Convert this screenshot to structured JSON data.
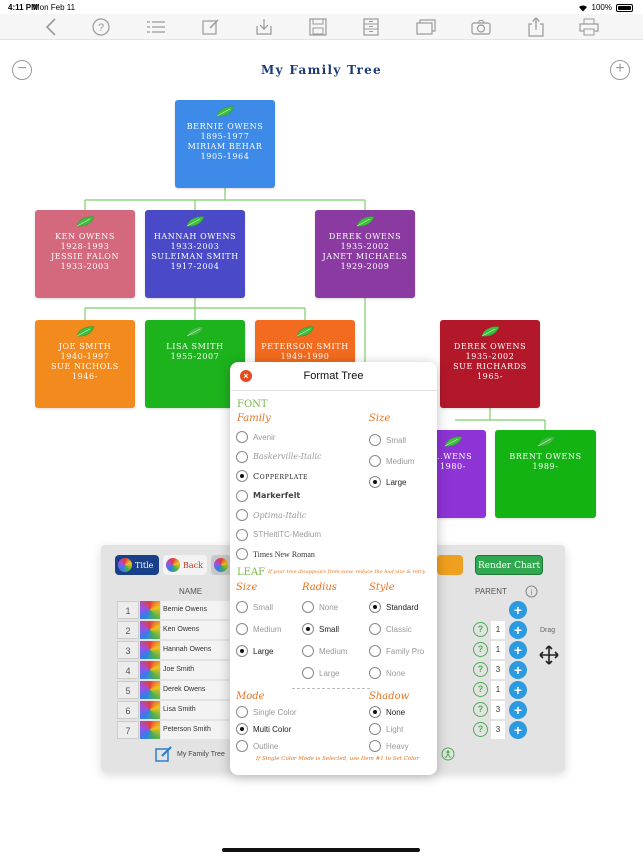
{
  "status": {
    "time": "4:11 PM",
    "date": "Mon Feb 11",
    "battery": "100%"
  },
  "toolbar_icons": [
    "back-icon",
    "help-icon",
    "list-icon",
    "edit-icon",
    "download-icon",
    "save-icon",
    "filing-cabinet-icon",
    "windows-icon",
    "camera-icon",
    "share-icon",
    "print-icon"
  ],
  "zoom": {
    "out": "−",
    "in": "+"
  },
  "chart_title": "My Family Tree",
  "nodes": [
    {
      "id": "n1",
      "lines": [
        "Bernie Owens",
        "1895-1977",
        "Miriam Behar",
        "1905-1964"
      ],
      "color": "#3d8ae8"
    },
    {
      "id": "n2",
      "lines": [
        "Ken Owens",
        "1928-1993",
        "Jessie Falon",
        "1933-2003"
      ],
      "color": "#d4687d"
    },
    {
      "id": "n3",
      "lines": [
        "Hannah Owens",
        "1933-2003",
        "Suleiman Smith",
        "1917-2004"
      ],
      "color": "#4a4ac9"
    },
    {
      "id": "n4",
      "lines": [
        "Derek Owens",
        "1935-2002",
        "Janet Michaels",
        "1929-2009"
      ],
      "color": "#8a3aa1"
    },
    {
      "id": "n5",
      "lines": [
        "Joe Smith",
        "1940-1997",
        "Sue Nichols",
        "1946-"
      ],
      "color": "#f28a1e"
    },
    {
      "id": "n6",
      "lines": [
        "Lisa Smith",
        "1955-2007"
      ],
      "color": "#1db31d"
    },
    {
      "id": "n7",
      "lines": [
        "Peterson Smith",
        "1949-1990"
      ],
      "color": "#f26b1e"
    },
    {
      "id": "n8",
      "lines": [
        "Derek Owens",
        "1935-2002",
        "Sue Richards",
        "1965-"
      ],
      "color": "#b3172a"
    },
    {
      "id": "n9",
      "lines": [
        "...wens",
        "1980-"
      ],
      "color": "#8e34d6"
    },
    {
      "id": "n10",
      "lines": [
        "Brent Owens",
        "1989-"
      ],
      "color": "#14b314"
    }
  ],
  "panel": {
    "tabs": [
      {
        "label": "Title",
        "color": "#1a3f8a",
        "text_color": "#ffffff"
      },
      {
        "label": "Back",
        "color": "#f3f3f3",
        "text_color": "#c0392b"
      },
      {
        "label": "",
        "color": "#c8c8c8",
        "text_color": "#333333"
      }
    ],
    "render_label": "Render Chart",
    "col_name": "NAME",
    "col_parent": "PARENT",
    "info_icon": "i",
    "drag_label": "Drag",
    "rows": [
      {
        "num": "1",
        "name": "Bernie Owens",
        "parent": ""
      },
      {
        "num": "2",
        "name": "Ken Owens",
        "parent": "1"
      },
      {
        "num": "3",
        "name": "Hannah Owens",
        "parent": "1"
      },
      {
        "num": "4",
        "name": "Joe Smith",
        "parent": "3"
      },
      {
        "num": "5",
        "name": "Derek Owens",
        "parent": "1"
      },
      {
        "num": "6",
        "name": "Lisa Smith",
        "parent": "3"
      },
      {
        "num": "7",
        "name": "Peterson Smith",
        "parent": "3"
      }
    ],
    "row7_middle_value": "3",
    "row3_middle_value": "3",
    "file_name": "My Family Tree",
    "q_symbol": "?",
    "plus_symbol": "+"
  },
  "dialog": {
    "title": "Format Tree",
    "close_symbol": "×",
    "font_header": "FONT",
    "family_header": "Family",
    "size_header": "Size",
    "families": [
      {
        "label": "Avenir",
        "selected": false
      },
      {
        "label": "Baskerville-Italic",
        "selected": false
      },
      {
        "label": "Copperplate",
        "selected": true
      },
      {
        "label": "Markerfelt",
        "selected": false
      },
      {
        "label": "Optima-Italic",
        "selected": false
      },
      {
        "label": "STHeitiTC-Medium",
        "selected": false
      },
      {
        "label": "Times New Roman",
        "selected": false
      }
    ],
    "font_sizes": [
      {
        "label": "Small",
        "selected": false
      },
      {
        "label": "Medium",
        "selected": false
      },
      {
        "label": "Large",
        "selected": true
      }
    ],
    "leaf_header": "LEAF",
    "leaf_note": "If your tree disappears from view, reduce the leaf size & retry",
    "leaf_size_header": "Size",
    "radius_header": "Radius",
    "style_header": "Style",
    "leaf_sizes": [
      {
        "label": "Small",
        "selected": false
      },
      {
        "label": "Medium",
        "selected": false
      },
      {
        "label": "Large",
        "selected": true
      }
    ],
    "radii": [
      {
        "label": "None",
        "selected": false
      },
      {
        "label": "Small",
        "selected": true
      },
      {
        "label": "Medium",
        "selected": false
      },
      {
        "label": "Large",
        "selected": false
      }
    ],
    "styles": [
      {
        "label": "Standard",
        "selected": true
      },
      {
        "label": "Classic",
        "selected": false
      },
      {
        "label": "Family Pro",
        "selected": false
      },
      {
        "label": "None",
        "selected": false
      }
    ],
    "mode_header": "Mode",
    "shadow_header": "Shadow",
    "modes": [
      {
        "label": "Single Color",
        "selected": false
      },
      {
        "label": "Multi Color",
        "selected": true
      },
      {
        "label": "Outline",
        "selected": false
      }
    ],
    "shadows": [
      {
        "label": "None",
        "selected": true
      },
      {
        "label": "Light",
        "selected": false
      },
      {
        "label": "Heavy",
        "selected": false
      }
    ],
    "footer_note": "If Single Color Mode is Selected, use Item #1 to Set Color"
  }
}
